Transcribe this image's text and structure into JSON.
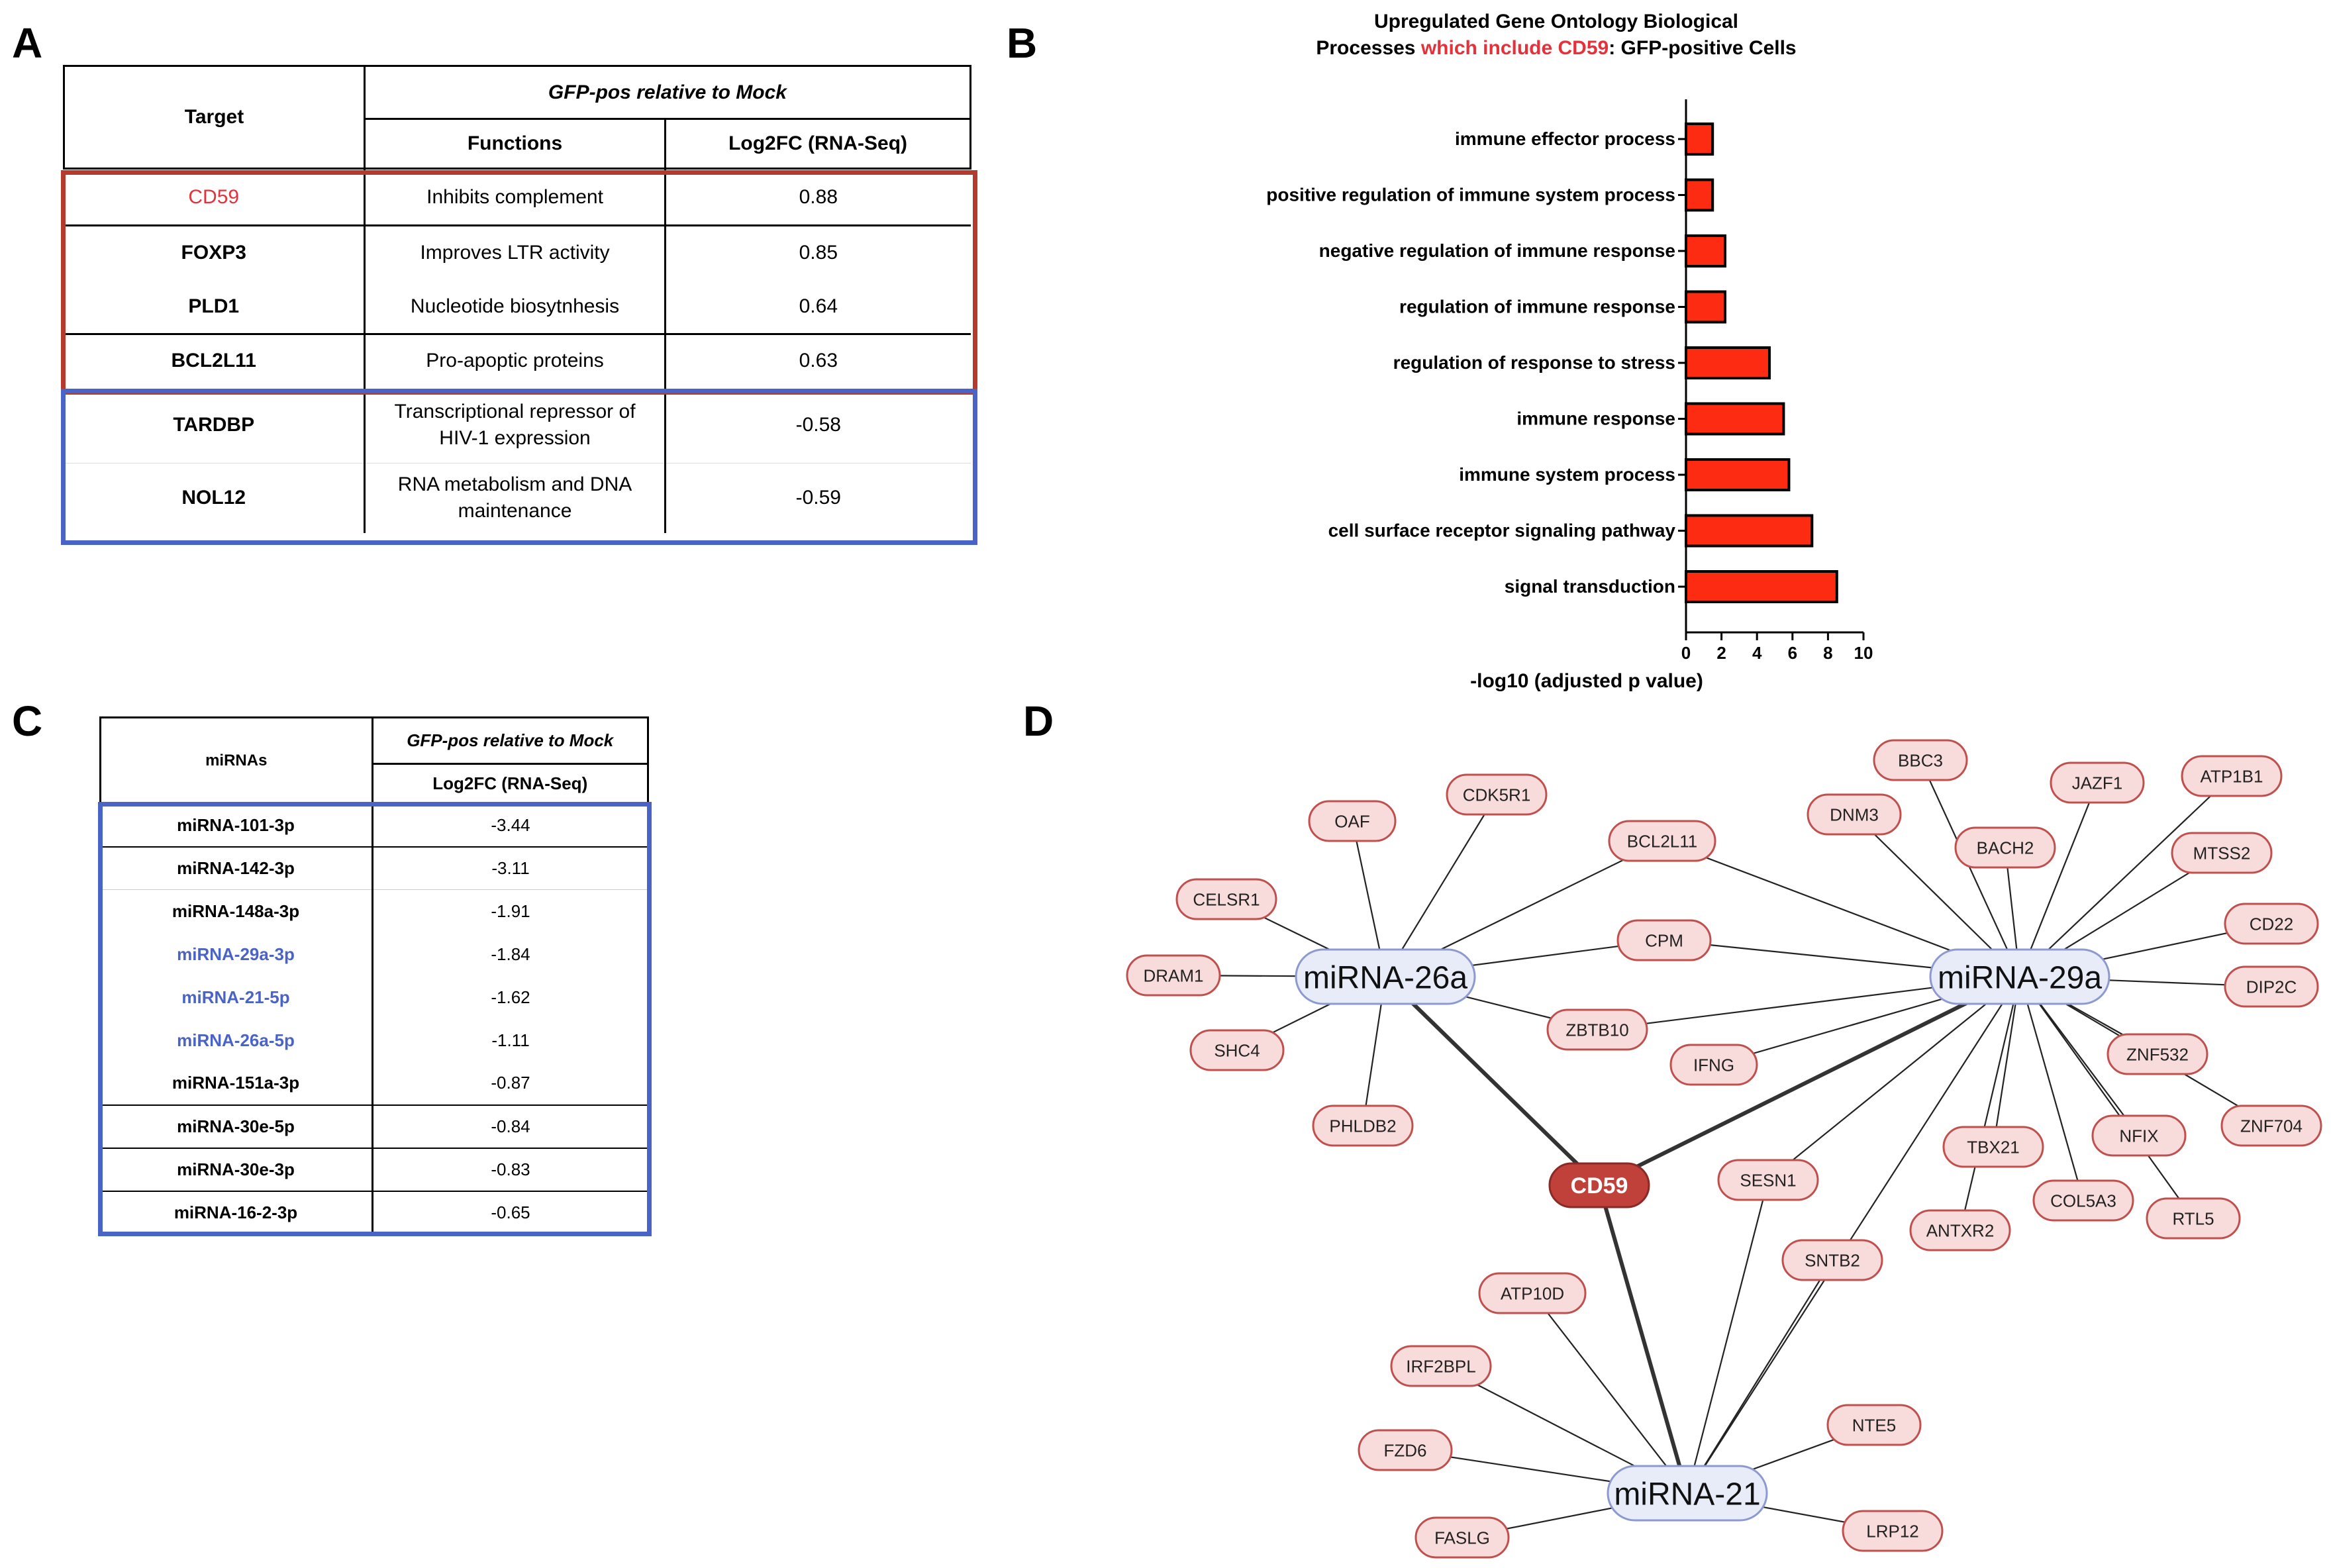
{
  "panel_labels": [
    "A",
    "B",
    "C",
    "D"
  ],
  "panel_a": {
    "header_target": "Target",
    "header_group": "GFP-pos relative to Mock",
    "header_functions": "Functions",
    "header_log2fc": "Log2FC (RNA-Seq)",
    "rows": [
      {
        "target": "CD59",
        "function": "Inhibits complement",
        "log2fc": "0.88"
      },
      {
        "target": "FOXP3",
        "function": "Improves LTR activity",
        "log2fc": "0.85"
      },
      {
        "target": "PLD1",
        "function": "Nucleotide biosytnhesis",
        "log2fc": "0.64"
      },
      {
        "target": "BCL2L11",
        "function": "Pro-apoptic proteins",
        "log2fc": "0.63"
      },
      {
        "target": "TARDBP",
        "function_line1": "Transcriptional repressor of",
        "function_line2": "HIV-1 expression",
        "log2fc": "-0.58"
      },
      {
        "target": "NOL12",
        "function_line1": "RNA metabolism and DNA",
        "function_line2": "maintenance",
        "log2fc": "-0.59"
      }
    ],
    "up_box_color": "#b53a2e",
    "down_box_color": "#4a63c6",
    "highlight_color": "#e5323a"
  },
  "panel_b": {
    "title_line1": "Upregulated Gene Ontology Biological",
    "title_line2_pre": "Processes ",
    "title_line2_red": "which include CD59",
    "title_line2_post": ": GFP-positive Cells",
    "bar_color": "#fd2b11",
    "chart_data": {
      "type": "bar",
      "orientation": "horizontal",
      "categories": [
        "immune effector process",
        "positive regulation of immune system process",
        "negative regulation of immune response",
        "regulation of immune response",
        "regulation of response to stress",
        "immune response",
        "immune system process",
        "cell surface receptor signaling pathway",
        "signal transduction"
      ],
      "values": [
        1.5,
        1.5,
        2.2,
        2.2,
        4.7,
        5.5,
        5.8,
        7.1,
        8.5
      ],
      "xlabel": "-log10 (adjusted p value)",
      "xlim": [
        0,
        10
      ],
      "xticks": [
        "0",
        "2",
        "4",
        "6",
        "8",
        "10"
      ],
      "grid": false
    }
  },
  "panel_c": {
    "header_mirnas": "miRNAs",
    "header_group": "GFP-pos relative to Mock",
    "header_log2fc": "Log2FC (RNA-Seq)",
    "rows": [
      {
        "name": "miRNA-101-3p",
        "log2fc": "-3.44",
        "highlight": false
      },
      {
        "name": "miRNA-142-3p",
        "log2fc": "-3.11",
        "highlight": false
      },
      {
        "name": "miRNA-148a-3p",
        "log2fc": "-1.91",
        "highlight": false
      },
      {
        "name": "miRNA-29a-3p",
        "log2fc": "-1.84",
        "highlight": true
      },
      {
        "name": "miRNA-21-5p",
        "log2fc": "-1.62",
        "highlight": true
      },
      {
        "name": "miRNA-26a-5p",
        "log2fc": "-1.11",
        "highlight": true
      },
      {
        "name": "miRNA-151a-3p",
        "log2fc": "-0.87",
        "highlight": false
      },
      {
        "name": "miRNA-30e-5p",
        "log2fc": "-0.84",
        "highlight": false
      },
      {
        "name": "miRNA-30e-3p",
        "log2fc": "-0.83",
        "highlight": false
      },
      {
        "name": "miRNA-16-2-3p",
        "log2fc": "-0.65",
        "highlight": false
      }
    ],
    "box_color": "#4a63c6",
    "highlight_color": "#4a63c6"
  },
  "panel_d": {
    "hubs": {
      "mir26a": "miRNA-26a",
      "mir29a": "miRNA-29a",
      "mir21": "miRNA-21"
    },
    "center": "CD59",
    "targets": {
      "OAF": "OAF",
      "CDK5R1": "CDK5R1",
      "CELSR1": "CELSR1",
      "DRAM1": "DRAM1",
      "SHC4": "SHC4",
      "PHLDB2": "PHLDB2",
      "BCL2L11": "BCL2L11",
      "CPM": "CPM",
      "ZBTB10": "ZBTB10",
      "IFNG": "IFNG",
      "BBC3": "BBC3",
      "DNM3": "DNM3",
      "JAZF1": "JAZF1",
      "ATP1B1": "ATP1B1",
      "BACH2": "BACH2",
      "MTSS2": "MTSS2",
      "CD22": "CD22",
      "DIP2C": "DIP2C",
      "ZNF532": "ZNF532",
      "ZNF704": "ZNF704",
      "NFIX": "NFIX",
      "RTL5": "RTL5",
      "COL5A3": "COL5A3",
      "TBX21": "TBX21",
      "ANTXR2": "ANTXR2",
      "SESN1": "SESN1",
      "SNTB2": "SNTB2",
      "ATP10D": "ATP10D",
      "IRF2BPL": "IRF2BPL",
      "FZD6": "FZD6",
      "FASLG": "FASLG",
      "NTE5": "NTE5",
      "LRP12": "LRP12"
    },
    "target_fill": "#f8dcdc",
    "target_stroke": "#c0504d",
    "hub_fill": "#e8ecf8",
    "hub_stroke": "#8c9ad0",
    "center_fill": "#c0403a"
  }
}
